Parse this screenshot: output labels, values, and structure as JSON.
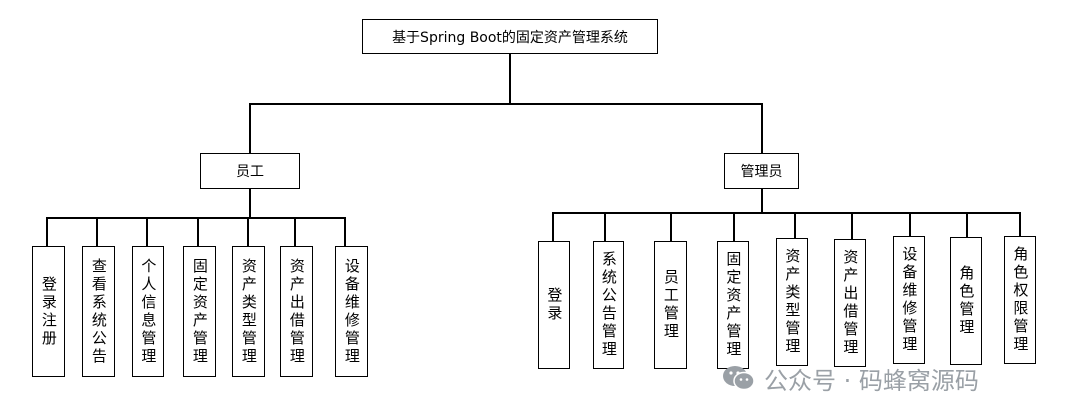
{
  "root": {
    "label": "基于Spring Boot的固定资产管理系统"
  },
  "employee": {
    "label": "员工",
    "items": [
      "登录注册",
      "查看系统公告",
      "个人信息管理",
      "固定资产管理",
      "资产类型管理",
      "资产出借管理",
      "设备维修管理"
    ]
  },
  "admin": {
    "label": "管理员",
    "items": [
      "登录",
      "系统公告管理",
      "员工管理",
      "固定资产管理",
      "资产类型管理",
      "资产出借管理",
      "设备维修管理",
      "角色管理",
      "角色权限管理"
    ]
  },
  "watermark": {
    "text": "公众号 · 码蜂窝源码",
    "icon": "wechat-icon"
  }
}
